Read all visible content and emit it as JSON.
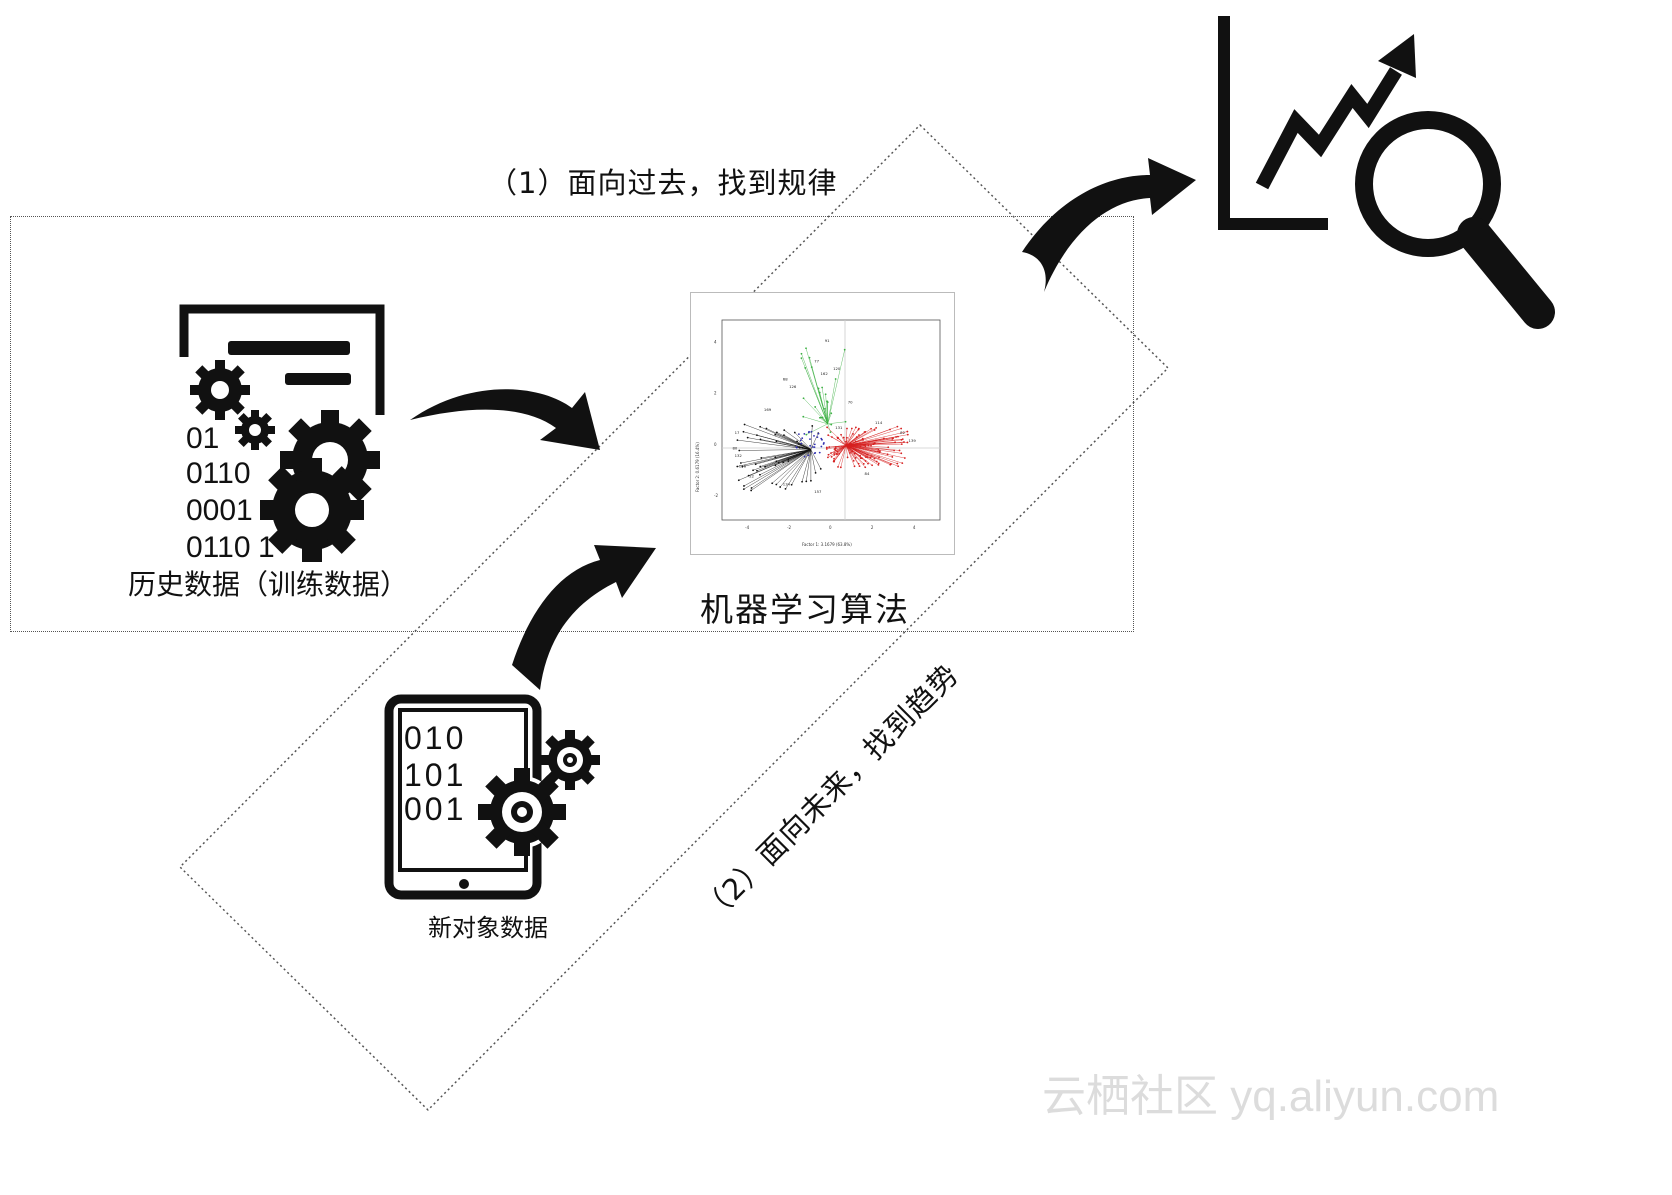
{
  "labels": {
    "phase1": "（1）面向过去，找到规律",
    "phase2": "（2）面向未来，找到趋势",
    "history_data": "历史数据（训练数据）",
    "ml_algorithm": "机器学习算法",
    "new_object_data": "新对象数据"
  },
  "history_binary": [
    "01",
    "0110",
    "0001",
    "0110"
  ],
  "history_binary_tail": "1",
  "tablet_binary": [
    "010",
    "101",
    "001"
  ],
  "plot": {
    "y_axis_label": "Factor 2: 0.6179 (16.4%)",
    "x_axis_label": "Factor 1: 3.1679 (63.8%)",
    "x_ticks": [
      "-4",
      "-2",
      "0",
      "2",
      "4"
    ],
    "y_ticks": [
      "4",
      "2",
      "0",
      "-2"
    ],
    "point_labels": [
      "91",
      "77",
      "120",
      "162",
      "68",
      "126",
      "169",
      "70",
      "17",
      "131",
      "114",
      "82",
      "139",
      "80",
      "132",
      "22",
      "176",
      "134",
      "157",
      "84"
    ]
  },
  "watermark": "云栖社区 yq.aliyun.com",
  "colors": {
    "ink": "#111111",
    "dotted_border": "#555555",
    "green_cluster": "#3cb043",
    "red_cluster": "#d62020",
    "blue_cluster": "#3030b0",
    "watermark": "#dddddd"
  }
}
